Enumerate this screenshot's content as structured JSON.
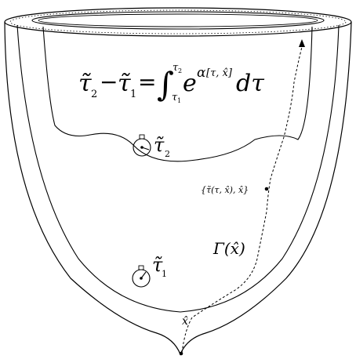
{
  "diagram": {
    "equation": {
      "lhs_a": "τ̃",
      "lhs_a_sub": "2",
      "minus": "−",
      "lhs_b": "τ̃",
      "lhs_b_sub": "1",
      "equals": "=",
      "integral": "∫",
      "upper_limit": "τ",
      "upper_limit_sub": "2",
      "lower_limit": "τ",
      "lower_limit_sub": "1",
      "base": "e",
      "exponent_alpha": "α",
      "exponent_args": "[τ, x̂]",
      "differential": "dτ"
    },
    "clock_upper": {
      "label": "τ̃",
      "label_sub": "2"
    },
    "clock_lower": {
      "label": "τ̃",
      "label_sub": "1"
    },
    "worldline_point": "{τ̃(τ, x̂), x̂}",
    "curve_label": "Γ(x̂)",
    "origin_label": "x̂"
  }
}
